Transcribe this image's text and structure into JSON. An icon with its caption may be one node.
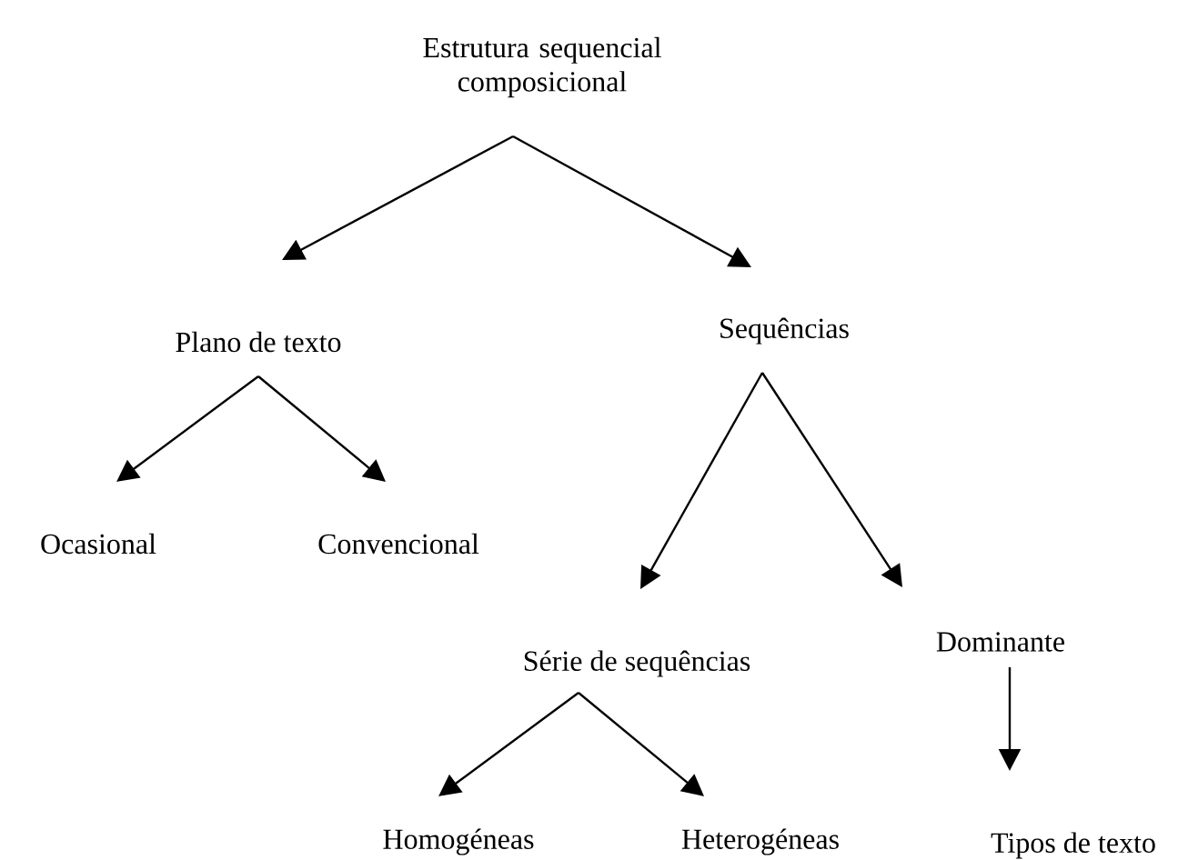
{
  "diagram": {
    "nodes": [
      {
        "text": [
          "Estrutura sequencial composicional"
        ]
      },
      {
        "text": [
          "Plano de texto"
        ]
      },
      {
        "text": [
          "Sequências"
        ]
      },
      {
        "text": [
          "Ocasional"
        ]
      },
      {
        "text": [
          "Convencional"
        ]
      },
      {
        "text": [
          "Série de sequências"
        ]
      },
      {
        "text": [
          "Dominante"
        ]
      },
      {
        "text": [
          "Homogéneas"
        ]
      },
      {
        "text": [
          "Heterogéneas"
        ]
      },
      {
        "text": [
          "Tipos de texto"
        ]
      }
    ],
    "edges": [
      {
        "from": 0,
        "to": 1,
        "arrow": "to"
      },
      {
        "from": 0,
        "to": 2,
        "arrow": "to"
      },
      {
        "from": 1,
        "to": 3,
        "arrow": "to"
      },
      {
        "from": 1,
        "to": 4,
        "arrow": "to"
      },
      {
        "from": 2,
        "to": 5,
        "arrow": "to"
      },
      {
        "from": 2,
        "to": 6,
        "arrow": "to"
      },
      {
        "from": 5,
        "to": 7,
        "arrow": "to"
      },
      {
        "from": 5,
        "to": 8,
        "arrow": "to"
      },
      {
        "from": 6,
        "to": 9,
        "arrow": "to"
      }
    ]
  }
}
